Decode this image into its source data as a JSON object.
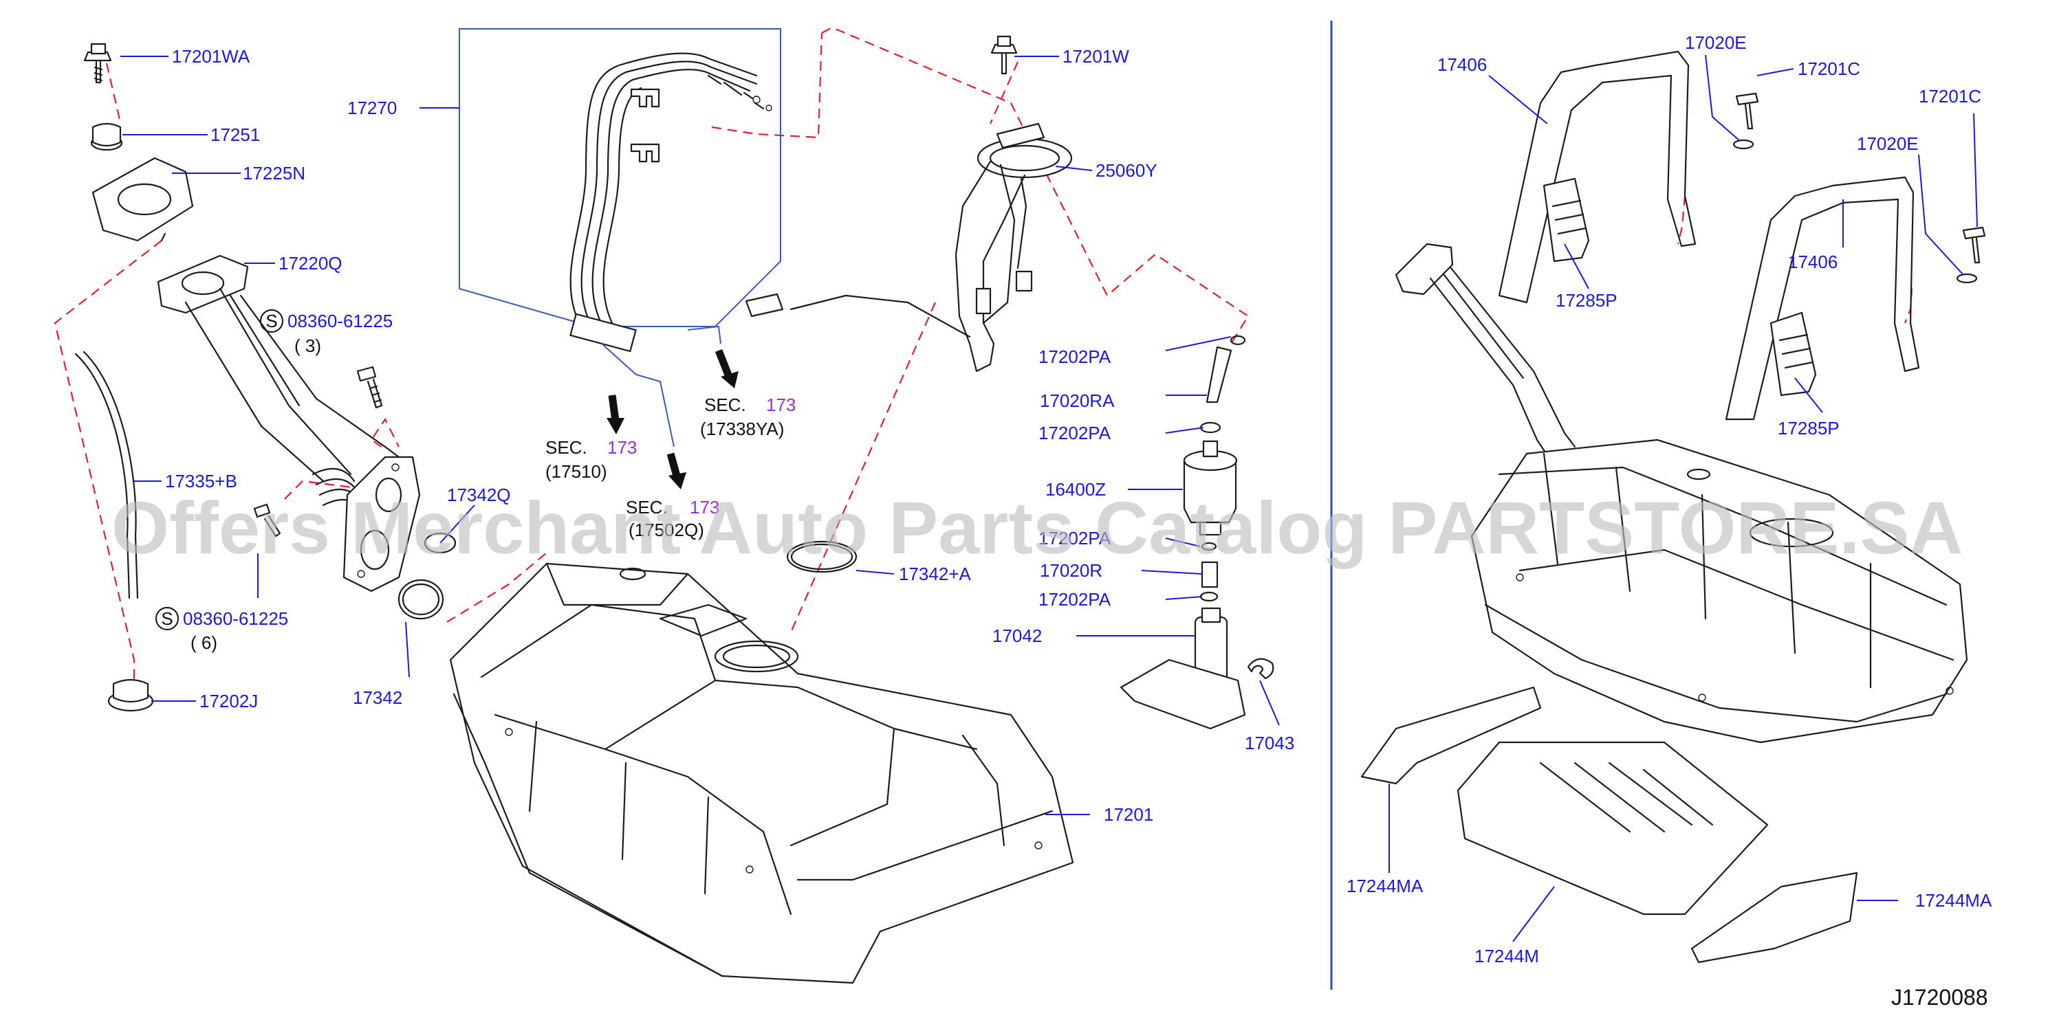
{
  "watermark": "Offers Merchant Auto Parts Catalog PARTSTORE.SA",
  "diagram_code": "J1720088",
  "labels": {
    "p17201WA": "17201WA",
    "p17251": "17251",
    "p17225N": "17225N",
    "p17220Q": "17220Q",
    "p17270": "17270",
    "s08360_3": "08360-61225",
    "q3": "( 3)",
    "p17335B": "17335+B",
    "p17342Q": "17342Q",
    "s08360_6": "08360-61225",
    "q6": "( 6)",
    "p17342": "17342",
    "p17202J": "17202J",
    "p17201W": "17201W",
    "p25060Y": "25060Y",
    "p17202PA_a": "17202PA",
    "p17020RA": "17020RA",
    "p17202PA_b": "17202PA",
    "p16400Z": "16400Z",
    "p17202PA_c": "17202PA",
    "p17020R": "17020R",
    "p17202PA_d": "17202PA",
    "p17042": "17042",
    "p17043": "17043",
    "p17342A": "17342+A",
    "p17201": "17201",
    "p17406_a": "17406",
    "p17020E_a": "17020E",
    "p17201C_a": "17201C",
    "p17201C_b": "17201C",
    "p17020E_b": "17020E",
    "p17285P_a": "17285P",
    "p17406_b": "17406",
    "p17285P_b": "17285P",
    "p17244MA_a": "17244MA",
    "p17244M": "17244M",
    "p17244MA_b": "17244MA",
    "s_mark": "S"
  },
  "sec_refs": [
    {
      "prefix": "SEC.",
      "num": "173",
      "ref": "(17338YA)"
    },
    {
      "prefix": "SEC.",
      "num": "173",
      "ref": "(17510)"
    },
    {
      "prefix": "SEC.",
      "num": "173",
      "ref": "(17502Q)"
    }
  ],
  "colors": {
    "label": "#1a1ad6",
    "dashed_link": "#e0202a",
    "section_number": "#9a2fd6",
    "divider": "#2b4fc0"
  }
}
